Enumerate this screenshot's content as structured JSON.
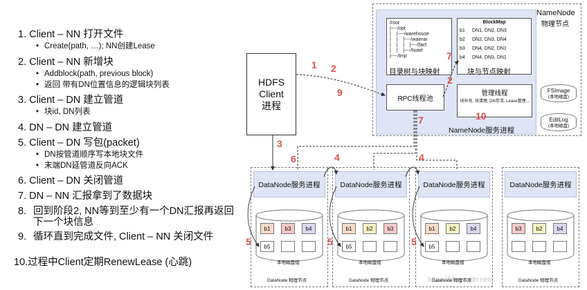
{
  "steps": [
    {
      "n": "1.",
      "text": "Client – NN 打开文件",
      "subs": [
        "Create(path, …); NN创建Lease"
      ]
    },
    {
      "n": "2.",
      "text": "Client – NN 新增块",
      "subs": [
        "Addblock(path, previous block)",
        "返回 带有DN位置信息的逻辑块列表"
      ]
    },
    {
      "n": "3.",
      "text": "Client – DN 建立管道",
      "subs": [
        "块id, DN列表"
      ]
    },
    {
      "n": "4.",
      "text": "DN – DN 建立管道",
      "subs": []
    },
    {
      "n": "5.",
      "text": "Client – DN 写包(packet)",
      "subs": [
        "DN按管道顺序写本地块文件",
        "末端DN延管道反向ACK"
      ]
    },
    {
      "n": "6.",
      "text": "Client – DN 关闭管道",
      "subs": []
    },
    {
      "n": "7.",
      "text": "DN – NN 汇报拿到了数据块",
      "subs": []
    },
    {
      "n": "8.",
      "text": "回到阶段2, NN等到至少有一个DN汇报再返回下一个块信息",
      "subs": []
    },
    {
      "n": "9.",
      "text": "循环直到完成文件, Client – NN 关闭文件",
      "subs": []
    },
    {
      "n": "10.",
      "text": "过程中Client定期RenewLease (心跳)",
      "subs": []
    }
  ],
  "namenode": {
    "title": "NameNode",
    "subtitle": "物理节点",
    "process_label": "NameNode服务进程",
    "tree_text": "/root\n|----/opt\n|    |----/warehouse\n|    |    |----/waimai\n|    |    |    |----/fact\n|    |    |----/hotel\n|----/tmp",
    "tree_caption": "目录树与块映射",
    "blockmap_title": "BlockMap",
    "blockmap_rows": [
      {
        "block": "b1",
        "dns": "DN1, DN2, DN3"
      },
      {
        "block": "b2",
        "dns": "DN2, DN3, DN4"
      },
      {
        "block": "b3",
        "dns": "DN4, DN2, DN1"
      },
      {
        "block": "b4",
        "dns": "DN4, DN3, DN1"
      }
    ],
    "blockmap_caption": "块与节点映射",
    "rpc_label": "RPC线程池",
    "manager_title": "管理线程",
    "manager_desc": "块补充, 块清理, DN存活, Lease管理...",
    "fsimage_label": "FSImage",
    "fsimage_sub": "(本地磁盘)",
    "editlog_label": "EditLog",
    "editlog_sub": "(本地磁盘)"
  },
  "client_label": "HDFS\nClient\n进程",
  "datanodes": [
    {
      "proc": "DataNode服务进程",
      "disk_label": "本地磁盘组",
      "node_label": "DataNode 物理节点",
      "blocks": [
        {
          "t": "b1",
          "c": "o"
        },
        {
          "t": "b3",
          "c": "r"
        },
        {
          "t": "b4",
          "c": "p"
        },
        {
          "t": "b5",
          "c": "w"
        },
        {
          "t": "",
          "c": "w"
        },
        {
          "t": "",
          "c": "w"
        }
      ]
    },
    {
      "proc": "DataNode服务进程",
      "disk_label": "本地磁盘组",
      "node_label": "DataNode 物理节点",
      "blocks": [
        {
          "t": "b1",
          "c": "o"
        },
        {
          "t": "b2",
          "c": "y"
        },
        {
          "t": "b3",
          "c": "r"
        },
        {
          "t": "b5",
          "c": "w"
        },
        {
          "t": "",
          "c": "w"
        },
        {
          "t": "",
          "c": "w"
        }
      ]
    },
    {
      "proc": "DataNode服务进程",
      "disk_label": "本地磁盘组",
      "node_label": "DataNode 物理节点",
      "blocks": [
        {
          "t": "b1",
          "c": "o"
        },
        {
          "t": "b2",
          "c": "y"
        },
        {
          "t": "b4",
          "c": "p"
        },
        {
          "t": "b5",
          "c": "w"
        },
        {
          "t": "",
          "c": "w"
        },
        {
          "t": "",
          "c": "w"
        }
      ]
    },
    {
      "proc": "DataNode服务进程",
      "disk_label": "本地磁盘组",
      "node_label": "DataNode 物理节点",
      "blocks": [
        {
          "t": "b3",
          "c": "r"
        },
        {
          "t": "b2",
          "c": "y"
        },
        {
          "t": "b4",
          "c": "p"
        },
        {
          "t": "",
          "c": "w"
        },
        {
          "t": "",
          "c": "w"
        },
        {
          "t": "",
          "c": "w"
        }
      ]
    }
  ],
  "arrow_numbers": {
    "n1": "1",
    "n2a": "2",
    "n2b": "2",
    "n3": "3",
    "n4a": "4",
    "n4b": "4",
    "n5a": "5",
    "n5b": "5",
    "n5c": "5",
    "n6": "6",
    "n7a": "7",
    "n7b": "7",
    "n9": "9",
    "n10": "10"
  },
  "watermark": "https://blog.csdn.net/..."
}
